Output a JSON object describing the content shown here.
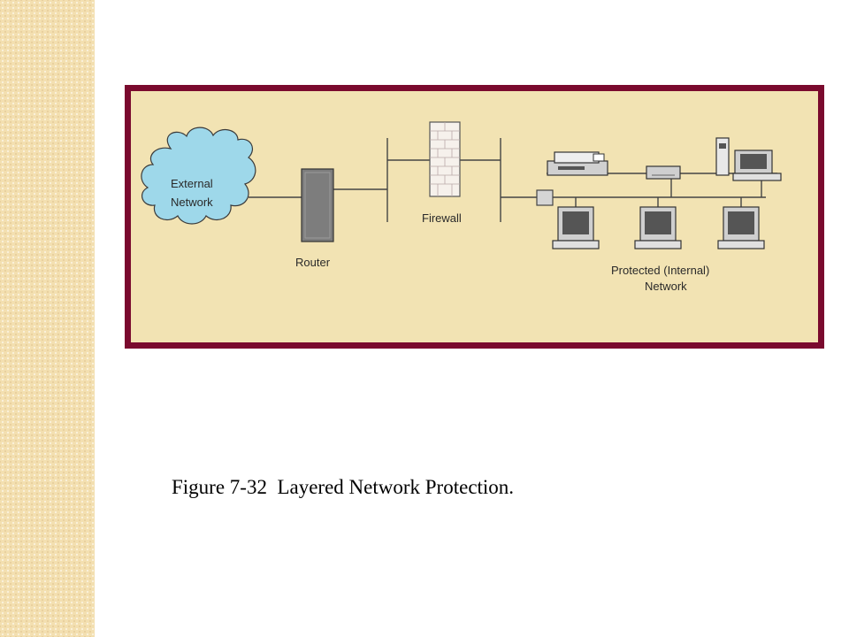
{
  "diagram": {
    "labels": {
      "external_network": [
        "External",
        "Network"
      ],
      "router": "Router",
      "firewall": "Firewall",
      "protected_network": [
        "Protected (Internal)",
        "Network"
      ]
    },
    "colors": {
      "frame": "#7a0a2e",
      "background": "#f2e3b3",
      "cloud": "#9ed8ea",
      "router": "#7d7d7d",
      "wire": "#444444"
    }
  },
  "caption": "Figure 7-32  Layered Network Protection."
}
